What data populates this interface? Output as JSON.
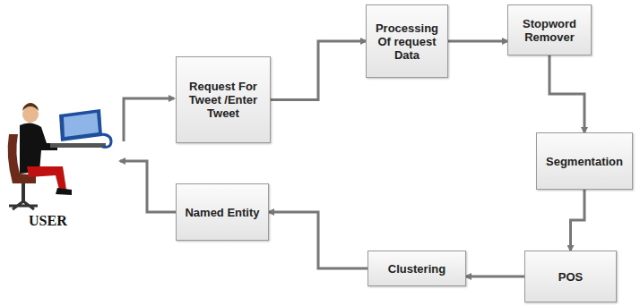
{
  "diagram": {
    "nodes": [
      {
        "text": [
          "Request For Tweet /Enter Tweet"
        ]
      },
      {
        "text": [
          "Processing Of request Data"
        ]
      },
      {
        "text": [
          "Stopword Remover"
        ]
      },
      {
        "text": [
          "Segmentation"
        ]
      },
      {
        "text": [
          "POS"
        ]
      },
      {
        "text": [
          "Clustering"
        ]
      },
      {
        "text": [
          "Named Entity"
        ]
      }
    ],
    "edges": [
      {
        "from": 0,
        "to": 1,
        "arrow": "to"
      },
      {
        "from": 1,
        "to": 2,
        "arrow": "to"
      },
      {
        "from": 2,
        "to": 3,
        "arrow": "to"
      },
      {
        "from": 3,
        "to": 4,
        "arrow": "to"
      },
      {
        "from": 4,
        "to": 5,
        "arrow": "to"
      },
      {
        "from": 5,
        "to": 6,
        "arrow": "to"
      }
    ],
    "labels": [
      "USER"
    ]
  }
}
